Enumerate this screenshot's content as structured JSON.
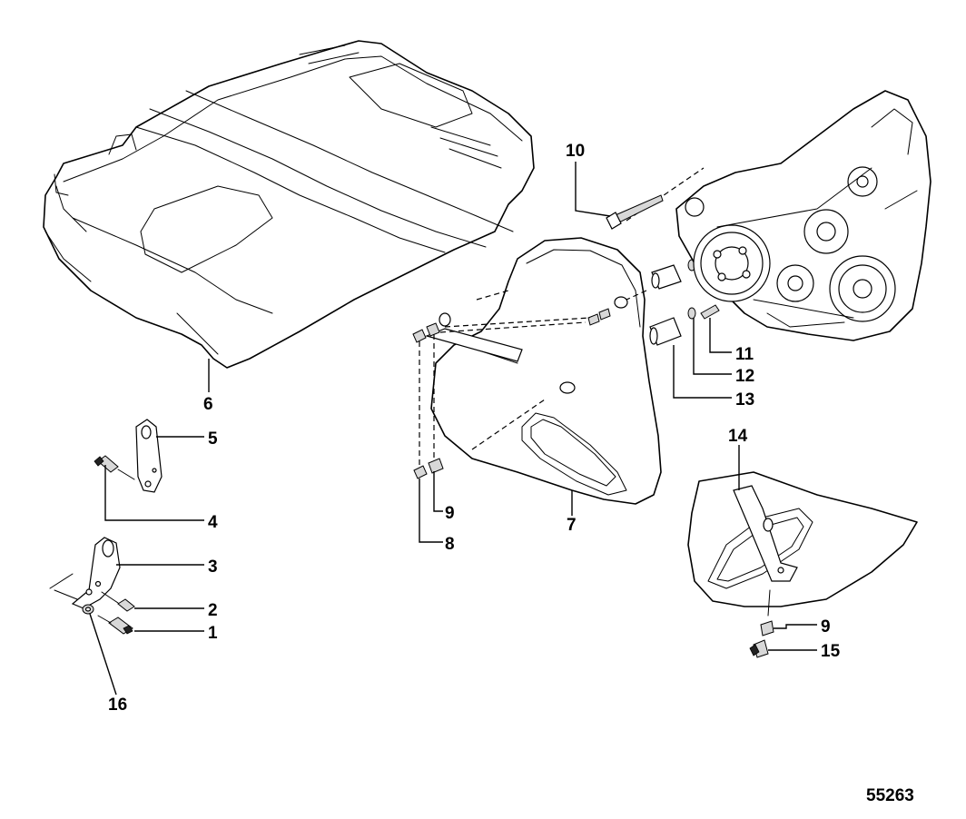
{
  "figure": {
    "number": "55263",
    "callouts": {
      "c1": "1",
      "c2": "2",
      "c3": "3",
      "c4": "4",
      "c5": "5",
      "c6": "6",
      "c7": "7",
      "c8": "8",
      "c9a": "9",
      "c9b": "9",
      "c10": "10",
      "c11": "11",
      "c12": "12",
      "c13": "13",
      "c14": "14",
      "c15": "15",
      "c16": "16"
    }
  },
  "colors": {
    "line": "#000000",
    "background": "#ffffff"
  }
}
